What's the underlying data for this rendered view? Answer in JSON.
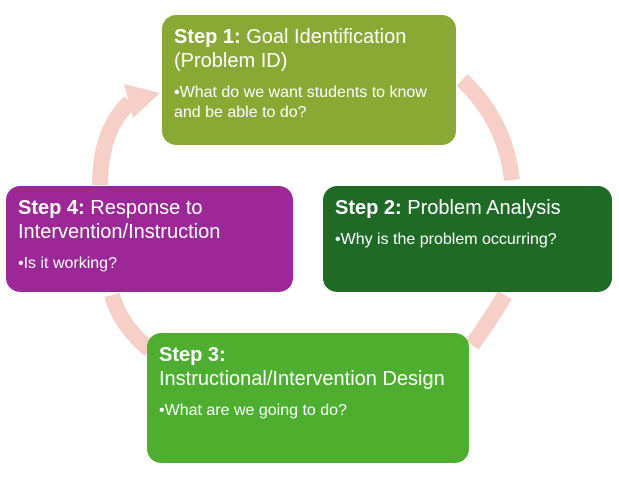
{
  "diagram": {
    "type": "cycle",
    "arrow_color": "#f6cfc7",
    "steps": [
      {
        "step_label": "Step 1:",
        "title": "Goal Identification (Problem ID)",
        "bullet": "•What do we want students to know and be able to do?",
        "color": "#89a834"
      },
      {
        "step_label": "Step 2:",
        "title": "Problem Analysis",
        "bullet": "•Why is the problem occurring?",
        "color": "#1f6b26"
      },
      {
        "step_label": "Step 3:",
        "title": "Instructional/Intervention Design",
        "bullet": "•What are we going to do?",
        "color": "#4eae30"
      },
      {
        "step_label": "Step 4:",
        "title": "Response to Intervention/Instruction",
        "bullet": "•Is it working?",
        "color": "#9c2898"
      }
    ]
  }
}
